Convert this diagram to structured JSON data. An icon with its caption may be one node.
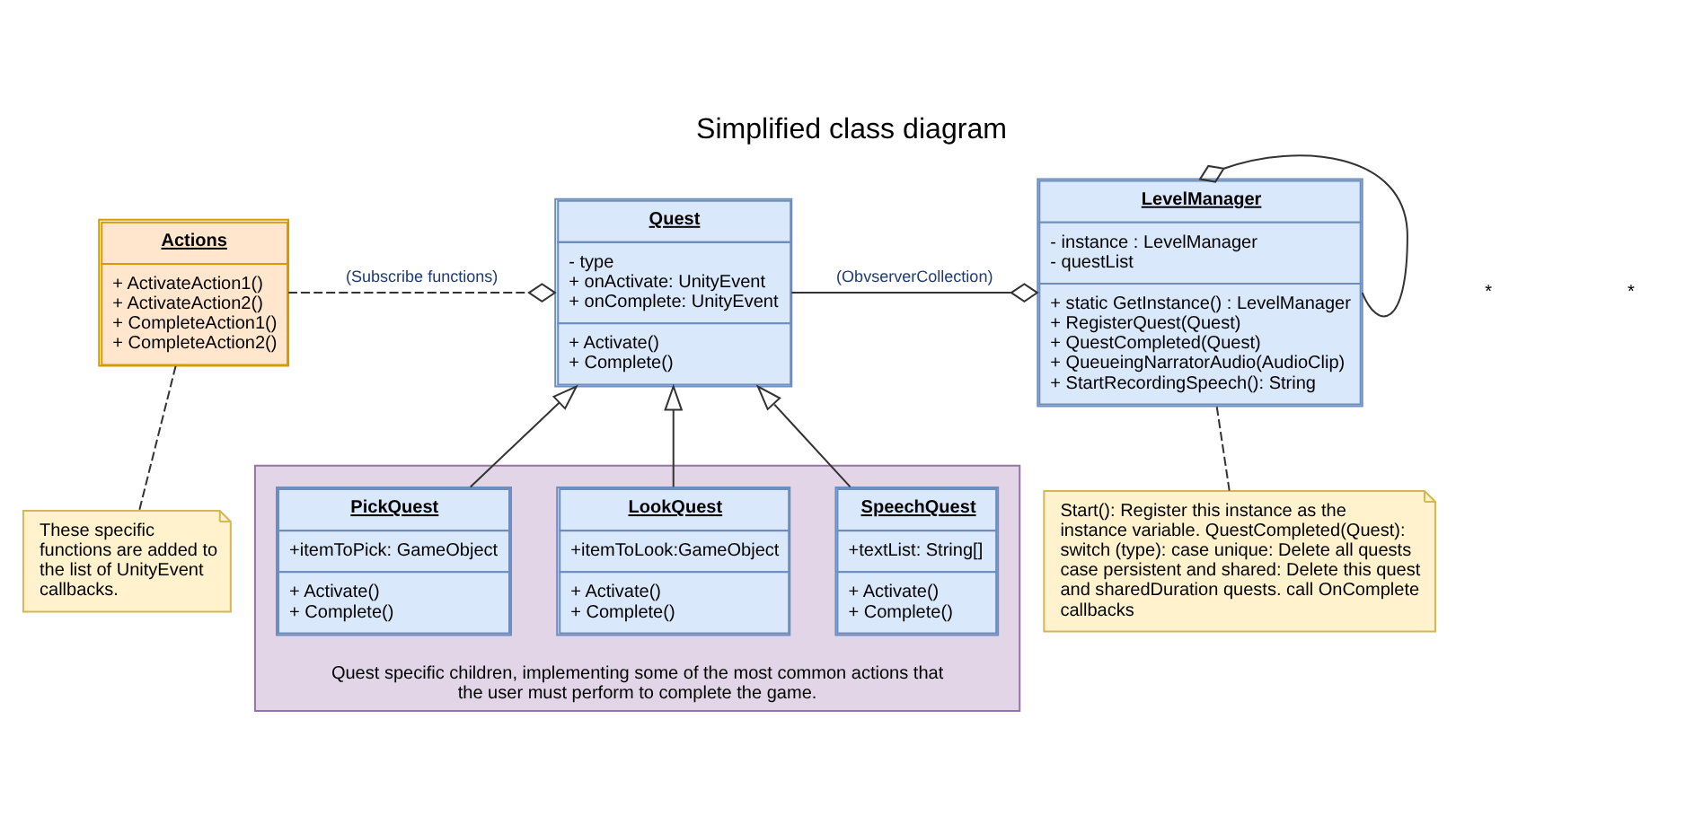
{
  "diagram": {
    "title": "Simplified class diagram",
    "nodes": [
      {
        "text": [
          "Actions",
          "+ ActivateAction1() + ActivateAction2() + CompleteAction1() + CompleteAction2()"
        ]
      },
      {
        "text": [
          "These specific functions are added to the list of UnityEvent callbacks."
        ]
      },
      {
        "text": [
          "Quest",
          "- type + onActivate: UnityEvent + onComplete: UnityEvent",
          "+ Activate() + Complete()"
        ]
      },
      {
        "text": [
          "LevelManager",
          "- instance : LevelManager - questList",
          "+ static GetInstance() : LevelManager + RegisterQuest(Quest) + QuestCompleted(Quest) + QueueingNarratorAudio(AudioClip) + StartRecordingSpeech(): String"
        ]
      },
      {
        "text": [
          "Quest specific children, implementing some of the most common actions that the user must perform to complete the game."
        ]
      },
      {
        "text": [
          "PickQuest",
          "+itemToPick: GameObject",
          "+ Activate() + Complete()"
        ],
        "in": 4
      },
      {
        "text": [
          "LookQuest",
          "+itemToLook:GameObject",
          "+ Activate() + Complete()"
        ],
        "in": 4
      },
      {
        "text": [
          "SpeechQuest",
          "+textList: String[]",
          "+ Activate() + Complete()"
        ],
        "in": 4
      },
      {
        "text": [
          "Start(): Register this instance as the instance variable. QuestCompleted(Quest): switch (type): case unique: Delete all quests case persistent and shared: Delete this quest and sharedDuration quests. call OnComplete callbacks"
        ]
      }
    ],
    "edges": [
      {
        "from": 0,
        "to": 2,
        "arrow": "other",
        "label": "(Subscribe functions)",
        "style": "dashed"
      },
      {
        "from": 0,
        "to": 1,
        "arrow": "none",
        "style": "dashed"
      },
      {
        "from": 2,
        "to": 3,
        "arrow": "other",
        "label": "(ObvserverCollection)"
      },
      {
        "from": 3,
        "to": 3,
        "arrow": "other"
      },
      {
        "from": 3,
        "to": 8,
        "arrow": "none",
        "style": "dashed"
      },
      {
        "from": 5,
        "to": 2,
        "arrow": "to"
      },
      {
        "from": 6,
        "to": 2,
        "arrow": "to"
      },
      {
        "from": 7,
        "to": 2,
        "arrow": "to"
      }
    ],
    "labels": [
      "*",
      "*"
    ]
  }
}
